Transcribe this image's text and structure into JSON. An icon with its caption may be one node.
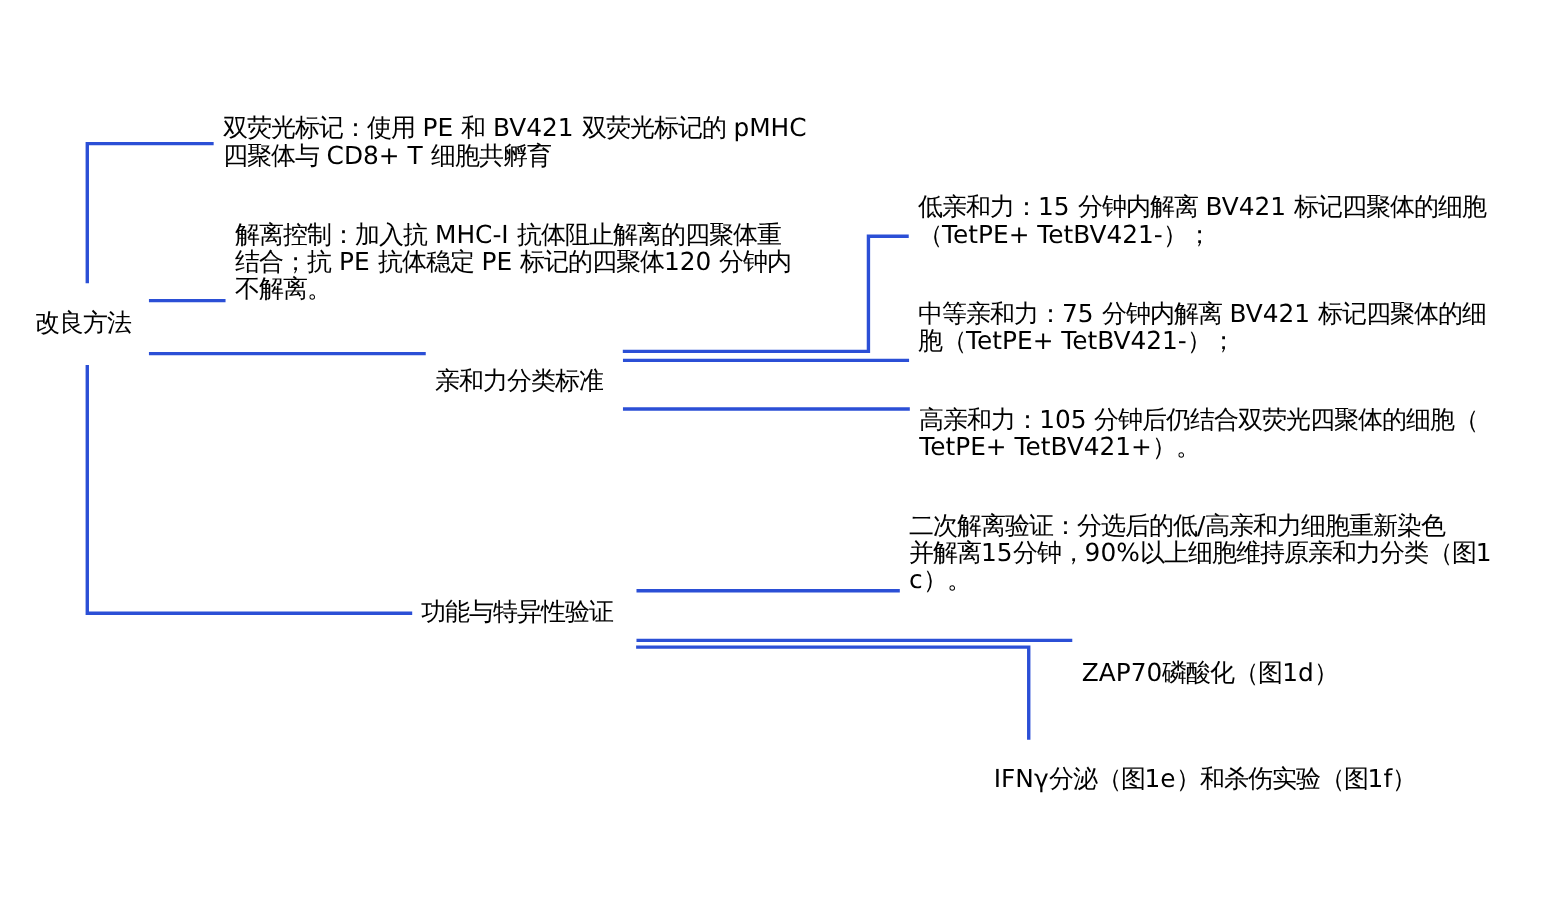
{
  "diagram": {
    "nodes": [
      {
        "text": [
          "改良方法"
        ]
      },
      {
        "text": [
          "双荧光标记：使用 PE 和 BV421 双荧光标记的 pMHC 四聚体与 CD8+ T 细胞共孵育"
        ]
      },
      {
        "text": [
          "解离控制：加入抗 MHC-I 抗体阻止解离的四聚体重结合；抗 PE 抗体稳定 PE 标记的四聚体120 分钟内不解离。"
        ]
      },
      {
        "text": [
          "亲和力分类标准"
        ]
      },
      {
        "text": [
          "功能与特异性验证"
        ]
      },
      {
        "text": [
          "低亲和力：15 分钟内解离 BV421 标记四聚体的细胞（TetPE+ TetBV421-）；"
        ]
      },
      {
        "text": [
          "中等亲和力：75 分钟内解离 BV421 标记四聚体的细胞（TetPE+ TetBV421-）；"
        ]
      },
      {
        "text": [
          "高亲和力：105 分钟后仍结合双荧光四聚体的细胞（TetPE+ TetBV421+）。"
        ]
      },
      {
        "text": [
          "二次解离验证：分选后的低/高亲和力细胞重新染色并解离15分钟，90%以上细胞维持原亲和力分类（图1c）。"
        ]
      },
      {
        "text": [
          "ZAP70磷酸化（图1d）"
        ]
      },
      {
        "text": [
          "IFNγ分泌（图1e）和杀伤实验（图1f）"
        ]
      }
    ],
    "edges": [
      {
        "from": 0,
        "to": 1,
        "arrow": "none"
      },
      {
        "from": 0,
        "to": 2,
        "arrow": "none"
      },
      {
        "from": 0,
        "to": 3,
        "arrow": "none"
      },
      {
        "from": 0,
        "to": 4,
        "arrow": "none"
      },
      {
        "from": 3,
        "to": 5,
        "arrow": "none"
      },
      {
        "from": 3,
        "to": 6,
        "arrow": "none"
      },
      {
        "from": 3,
        "to": 7,
        "arrow": "none"
      },
      {
        "from": 4,
        "to": 8,
        "arrow": "none"
      },
      {
        "from": 4,
        "to": 9,
        "arrow": "none"
      },
      {
        "from": 4,
        "to": 10,
        "arrow": "none"
      }
    ]
  }
}
